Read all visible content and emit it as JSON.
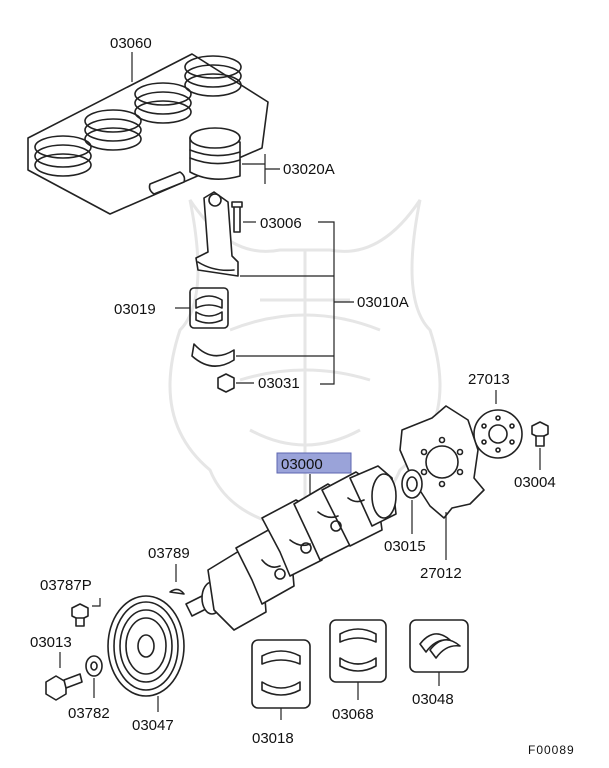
{
  "labels": {
    "piston_rings": "03060",
    "piston": "03020A",
    "rod_bolt": "03006",
    "rod_bearing": "03019",
    "connecting_rod": "03010A",
    "rod_nut": "03031",
    "flex_plate_adapter": "27013",
    "flex_plate_bolt": "03004",
    "crankshaft": "03000",
    "pilot_bushing": "03015",
    "flex_plate": "27012",
    "woodruff_key": "03789",
    "pulley_bolt_small": "03787P",
    "pulley_bolt": "03013",
    "washer": "03782",
    "crank_pulley": "03047",
    "main_bearing_lower": "03018",
    "main_bearing_upper": "03068",
    "thrust_washer": "03048"
  },
  "figure_code": "F00089",
  "colors": {
    "highlight_fill": "#9aa3d9",
    "highlight_stroke": "#5c66b0",
    "line": "#222222",
    "watermark": "#e6e6e6"
  }
}
